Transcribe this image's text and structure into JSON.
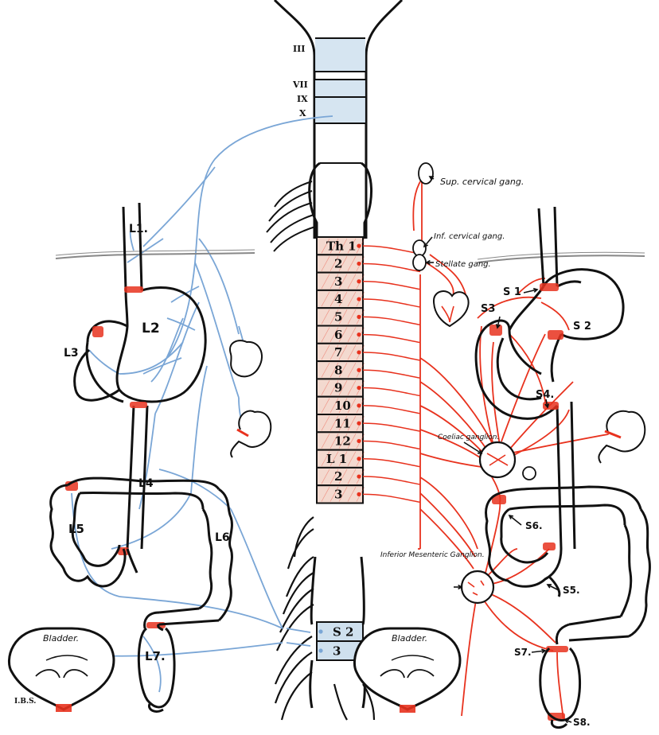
{
  "colors": {
    "ink": "#111111",
    "sympathetic": "#e8321e",
    "parasympathetic": "#7aa6d6",
    "segment_fill": "#f3d9cf",
    "cranial_fill": "#cfe0ee",
    "paper": "#ffffff"
  },
  "cranial_nuclei": [
    "III",
    "VII",
    "IX",
    "X"
  ],
  "spinal_segments": {
    "thoracic": [
      "Th 1",
      "2",
      "3",
      "4",
      "5",
      "6",
      "7",
      "8",
      "9",
      "10",
      "11",
      "12"
    ],
    "lumbar": [
      "L 1",
      "2",
      "3"
    ],
    "sacral": [
      "S 2",
      "3"
    ]
  },
  "ganglia": {
    "sup_cervical": "Sup. cervical gang.",
    "inf_cervical": "Inf. cervical gang.",
    "stellate": "Stellate gang.",
    "coeliac": "Coeliac ganglion.",
    "inferior_mesenteric": "Inferior Mesenteric Ganglion."
  },
  "left_labels": {
    "L1": "L1.",
    "L2": "L2",
    "L3": "L3",
    "L4": "L4",
    "L5": "L5",
    "L6": "L6",
    "L7": "L7.",
    "bladder": "Bladder."
  },
  "right_labels": {
    "S1": "S 1",
    "S2": "S 2",
    "S3": "S3",
    "S4": "S4.",
    "S5": "S5.",
    "S6": "S6.",
    "S7": "S7.",
    "S8": "S8.",
    "bladder": "Bladder."
  },
  "signature": "I.B.S.",
  "icons": {
    "arrow": "arrow-icon",
    "stomach": "stomach-icon",
    "colon": "colon-icon",
    "bladder": "bladder-icon",
    "kidney": "kidney-icon"
  }
}
